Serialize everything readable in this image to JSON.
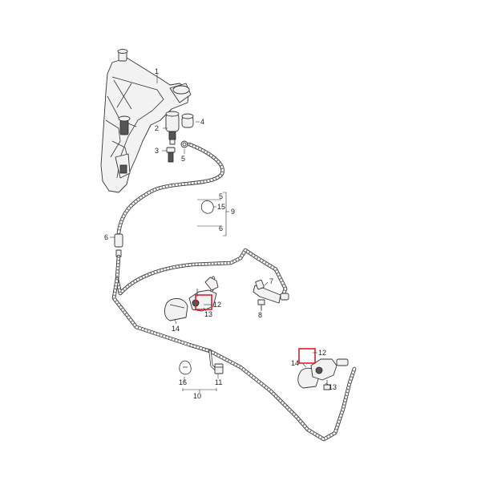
{
  "diagram": {
    "callouts": [
      {
        "id": "1",
        "text": "1"
      },
      {
        "id": "2",
        "text": "2"
      },
      {
        "id": "3",
        "text": "3"
      },
      {
        "id": "4",
        "text": "4"
      },
      {
        "id": "5a",
        "text": "5"
      },
      {
        "id": "5b",
        "text": "5"
      },
      {
        "id": "15",
        "text": "15"
      },
      {
        "id": "9",
        "text": "9"
      },
      {
        "id": "6a",
        "text": "6"
      },
      {
        "id": "6b",
        "text": "6"
      },
      {
        "id": "7",
        "text": "7"
      },
      {
        "id": "8",
        "text": "8"
      },
      {
        "id": "12a",
        "text": "12"
      },
      {
        "id": "13a",
        "text": "13"
      },
      {
        "id": "14a",
        "text": "14"
      },
      {
        "id": "12b",
        "text": "12"
      },
      {
        "id": "14b",
        "text": "14"
      },
      {
        "id": "13b",
        "text": "13"
      },
      {
        "id": "16",
        "text": "16"
      },
      {
        "id": "11",
        "text": "11"
      },
      {
        "id": "10",
        "text": "10"
      }
    ],
    "highlight_color": "#d8202a"
  }
}
